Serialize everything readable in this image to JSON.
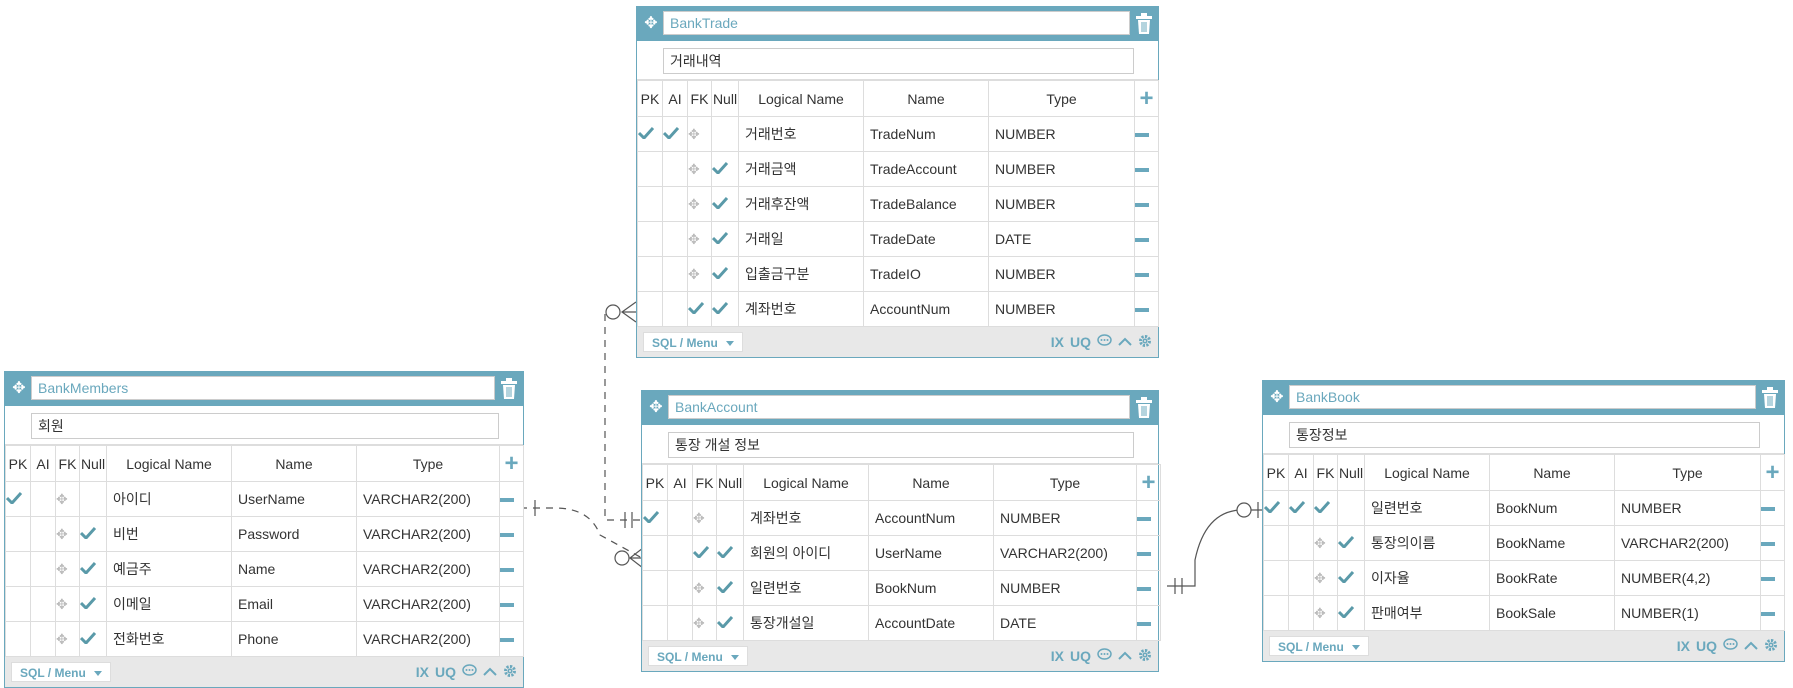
{
  "columns_header": {
    "pk": "PK",
    "ai": "AI",
    "fk": "FK",
    "null": "Null",
    "logical": "Logical Name",
    "name": "Name",
    "type": "Type"
  },
  "footer": {
    "sql_menu": "SQL / Menu",
    "ix": "IX",
    "uq": "UQ"
  },
  "colors": {
    "accent": "#6aa8bd",
    "line": "#555555",
    "border": "#dddddd"
  },
  "tables": {
    "bank_trade": {
      "name": "BankTrade",
      "comment": "거래내역",
      "rows": [
        {
          "pk": true,
          "ai": true,
          "fk": false,
          "null": false,
          "logical": "거래번호",
          "name": "TradeNum",
          "type": "NUMBER"
        },
        {
          "pk": false,
          "ai": false,
          "fk": false,
          "null": true,
          "logical": "거래금액",
          "name": "TradeAccount",
          "type": "NUMBER"
        },
        {
          "pk": false,
          "ai": false,
          "fk": false,
          "null": true,
          "logical": "거래후잔액",
          "name": "TradeBalance",
          "type": "NUMBER"
        },
        {
          "pk": false,
          "ai": false,
          "fk": false,
          "null": true,
          "logical": "거래일",
          "name": "TradeDate",
          "type": "DATE"
        },
        {
          "pk": false,
          "ai": false,
          "fk": false,
          "null": true,
          "logical": "입출금구분",
          "name": "TradeIO",
          "type": "NUMBER"
        },
        {
          "pk": false,
          "ai": false,
          "fk": true,
          "null": true,
          "logical": "계좌번호",
          "name": "AccountNum",
          "type": "NUMBER"
        }
      ]
    },
    "bank_members": {
      "name": "BankMembers",
      "comment": "회원",
      "rows": [
        {
          "pk": true,
          "ai": false,
          "fk": false,
          "null": false,
          "logical": "아이디",
          "name": "UserName",
          "type": "VARCHAR2(200)"
        },
        {
          "pk": false,
          "ai": false,
          "fk": false,
          "null": true,
          "logical": "비번",
          "name": "Password",
          "type": "VARCHAR2(200)"
        },
        {
          "pk": false,
          "ai": false,
          "fk": false,
          "null": true,
          "logical": "예금주",
          "name": "Name",
          "type": "VARCHAR2(200)"
        },
        {
          "pk": false,
          "ai": false,
          "fk": false,
          "null": true,
          "logical": "이메일",
          "name": "Email",
          "type": "VARCHAR2(200)"
        },
        {
          "pk": false,
          "ai": false,
          "fk": false,
          "null": true,
          "logical": "전화번호",
          "name": "Phone",
          "type": "VARCHAR2(200)"
        }
      ]
    },
    "bank_account": {
      "name": "BankAccount",
      "comment": "통장 개설 정보",
      "rows": [
        {
          "pk": true,
          "ai": false,
          "fk": false,
          "null": false,
          "logical": "계좌번호",
          "name": "AccountNum",
          "type": "NUMBER"
        },
        {
          "pk": false,
          "ai": false,
          "fk": true,
          "null": true,
          "logical": "회원의 아이디",
          "name": "UserName",
          "type": "VARCHAR2(200)"
        },
        {
          "pk": false,
          "ai": false,
          "fk": false,
          "null": true,
          "logical": "일련번호",
          "name": "BookNum",
          "type": "NUMBER"
        },
        {
          "pk": false,
          "ai": false,
          "fk": false,
          "null": true,
          "logical": "통장개설일",
          "name": "AccountDate",
          "type": "DATE"
        }
      ]
    },
    "bank_book": {
      "name": "BankBook",
      "comment": "통장정보",
      "rows": [
        {
          "pk": true,
          "ai": true,
          "fk": true,
          "null": false,
          "logical": "일련번호",
          "name": "BookNum",
          "type": "NUMBER"
        },
        {
          "pk": false,
          "ai": false,
          "fk": false,
          "null": true,
          "logical": "통장의이름",
          "name": "BookName",
          "type": "VARCHAR2(200)"
        },
        {
          "pk": false,
          "ai": false,
          "fk": false,
          "null": true,
          "logical": "이자율",
          "name": "BookRate",
          "type": "NUMBER(4,2)"
        },
        {
          "pk": false,
          "ai": false,
          "fk": false,
          "null": true,
          "logical": "판매여부",
          "name": "BookSale",
          "type": "NUMBER(1)"
        }
      ]
    }
  }
}
